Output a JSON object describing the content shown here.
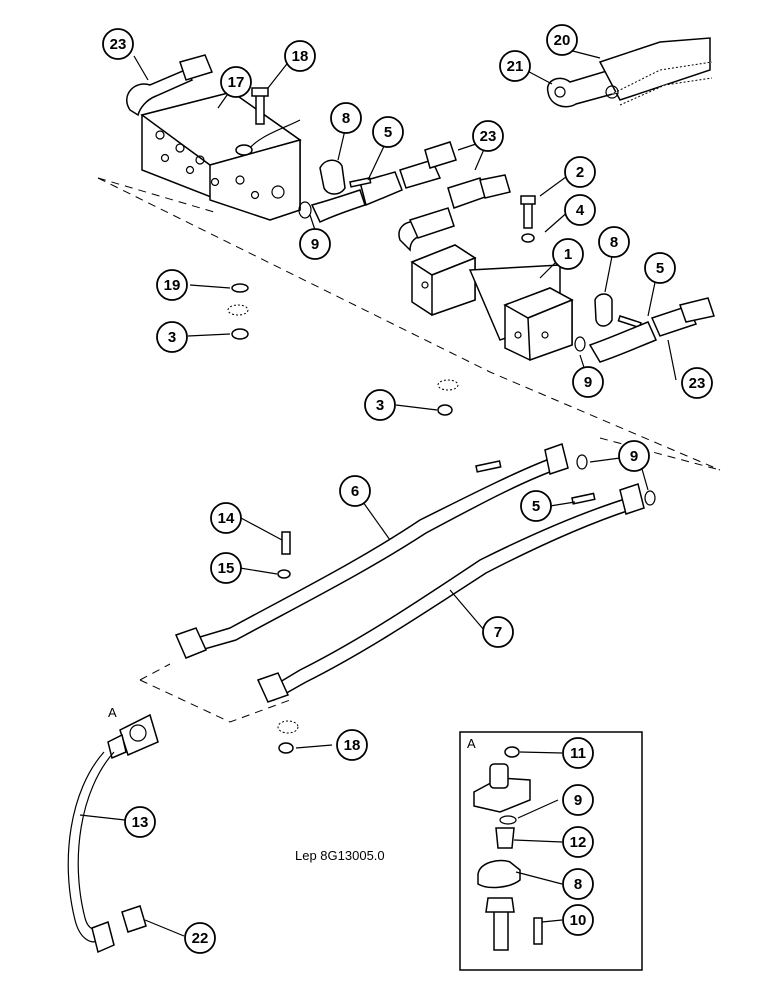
{
  "drawing": {
    "reference": "Lep 8G13005.0",
    "view_letter": "A",
    "inset_letter": "A"
  },
  "callouts": [
    {
      "id": "c23a",
      "label": "23"
    },
    {
      "id": "c18a",
      "label": "18"
    },
    {
      "id": "c17",
      "label": "17"
    },
    {
      "id": "c8a",
      "label": "8"
    },
    {
      "id": "c5a",
      "label": "5"
    },
    {
      "id": "c23b",
      "label": "23"
    },
    {
      "id": "c20",
      "label": "20"
    },
    {
      "id": "c21",
      "label": "21"
    },
    {
      "id": "c2",
      "label": "2"
    },
    {
      "id": "c4",
      "label": "4"
    },
    {
      "id": "c9a",
      "label": "9"
    },
    {
      "id": "c1",
      "label": "1"
    },
    {
      "id": "c8b",
      "label": "8"
    },
    {
      "id": "c5b",
      "label": "5"
    },
    {
      "id": "c19",
      "label": "19"
    },
    {
      "id": "c3a",
      "label": "3"
    },
    {
      "id": "c9b",
      "label": "9"
    },
    {
      "id": "c23c",
      "label": "23"
    },
    {
      "id": "c3b",
      "label": "3"
    },
    {
      "id": "c9c",
      "label": "9"
    },
    {
      "id": "c6",
      "label": "6"
    },
    {
      "id": "c5c",
      "label": "5"
    },
    {
      "id": "c14",
      "label": "14"
    },
    {
      "id": "c15",
      "label": "15"
    },
    {
      "id": "c7",
      "label": "7"
    },
    {
      "id": "c18b",
      "label": "18"
    },
    {
      "id": "c13",
      "label": "13"
    },
    {
      "id": "c22",
      "label": "22"
    },
    {
      "id": "c11",
      "label": "11"
    },
    {
      "id": "c9d",
      "label": "9"
    },
    {
      "id": "c12",
      "label": "12"
    },
    {
      "id": "c8c",
      "label": "8"
    },
    {
      "id": "c10",
      "label": "10"
    }
  ]
}
